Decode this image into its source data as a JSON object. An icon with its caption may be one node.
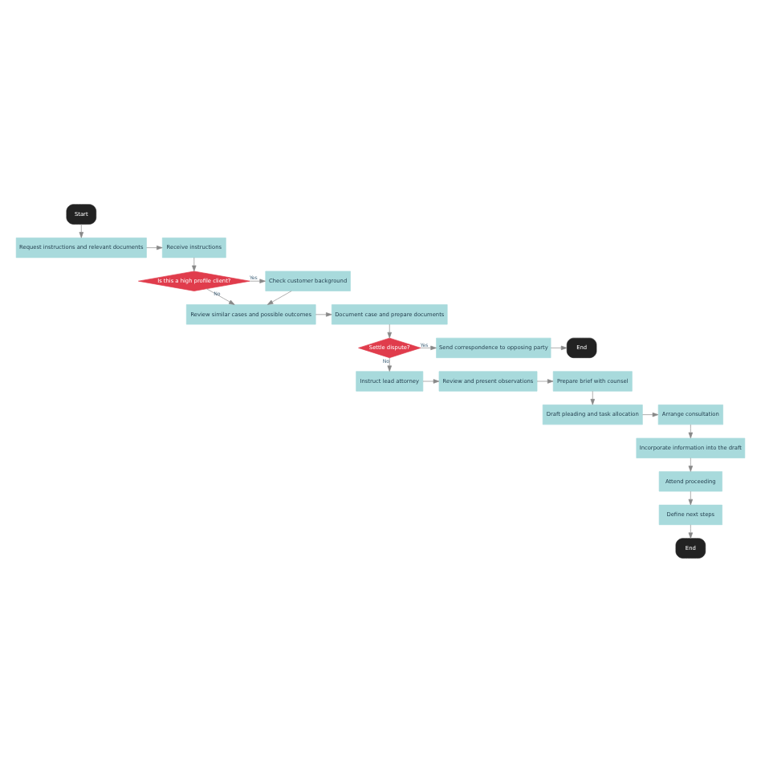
{
  "diagram": {
    "nodes": [
      {
        "text": [
          "Start"
        ]
      },
      {
        "text": [
          "Request instructions and relevant documents"
        ]
      },
      {
        "text": [
          "Receive instructions"
        ]
      },
      {
        "text": [
          "Is this a high profile client?"
        ]
      },
      {
        "text": [
          "Check customer background"
        ]
      },
      {
        "text": [
          "Review similar cases and possible outcomes"
        ]
      },
      {
        "text": [
          "Document case and prepare documents"
        ]
      },
      {
        "text": [
          "Settle dispute?"
        ]
      },
      {
        "text": [
          "Send correspondence to opposing party"
        ]
      },
      {
        "text": [
          "End"
        ]
      },
      {
        "text": [
          "Instruct lead attorney"
        ]
      },
      {
        "text": [
          "Review and present observations"
        ]
      },
      {
        "text": [
          "Prepare brief with counsel"
        ]
      },
      {
        "text": [
          "Arrange consultation"
        ]
      },
      {
        "text": [
          "Draft pleading and task allocation"
        ]
      },
      {
        "text": [
          "Incorporate information into the draft"
        ]
      },
      {
        "text": [
          "Attend proceeding"
        ]
      },
      {
        "text": [
          "Define next steps"
        ]
      },
      {
        "text": [
          "End"
        ]
      }
    ],
    "edges": [
      {
        "from": 0,
        "to": 1,
        "arrow": "to"
      },
      {
        "from": 1,
        "to": 2,
        "arrow": "to"
      },
      {
        "from": 2,
        "to": 3,
        "arrow": "to"
      },
      {
        "from": 3,
        "to": 4,
        "arrow": "to",
        "label": "Yes"
      },
      {
        "from": 3,
        "to": 5,
        "arrow": "to",
        "label": "No"
      },
      {
        "from": 4,
        "to": 5,
        "arrow": "to"
      },
      {
        "from": 5,
        "to": 6,
        "arrow": "to"
      },
      {
        "from": 6,
        "to": 7,
        "arrow": "to"
      },
      {
        "from": 7,
        "to": 8,
        "arrow": "to",
        "label": "Yes"
      },
      {
        "from": 8,
        "to": 9,
        "arrow": "to"
      },
      {
        "from": 7,
        "to": 10,
        "arrow": "to",
        "label": "No"
      },
      {
        "from": 10,
        "to": 11,
        "arrow": "to"
      },
      {
        "from": 11,
        "to": 12,
        "arrow": "to"
      },
      {
        "from": 12,
        "to": 14,
        "arrow": "to"
      },
      {
        "from": 14,
        "to": 13,
        "arrow": "to"
      },
      {
        "from": 13,
        "to": 15,
        "arrow": "to"
      },
      {
        "from": 15,
        "to": 16,
        "arrow": "to"
      },
      {
        "from": 16,
        "to": 17,
        "arrow": "to"
      },
      {
        "from": 17,
        "to": 18,
        "arrow": "to"
      }
    ]
  }
}
